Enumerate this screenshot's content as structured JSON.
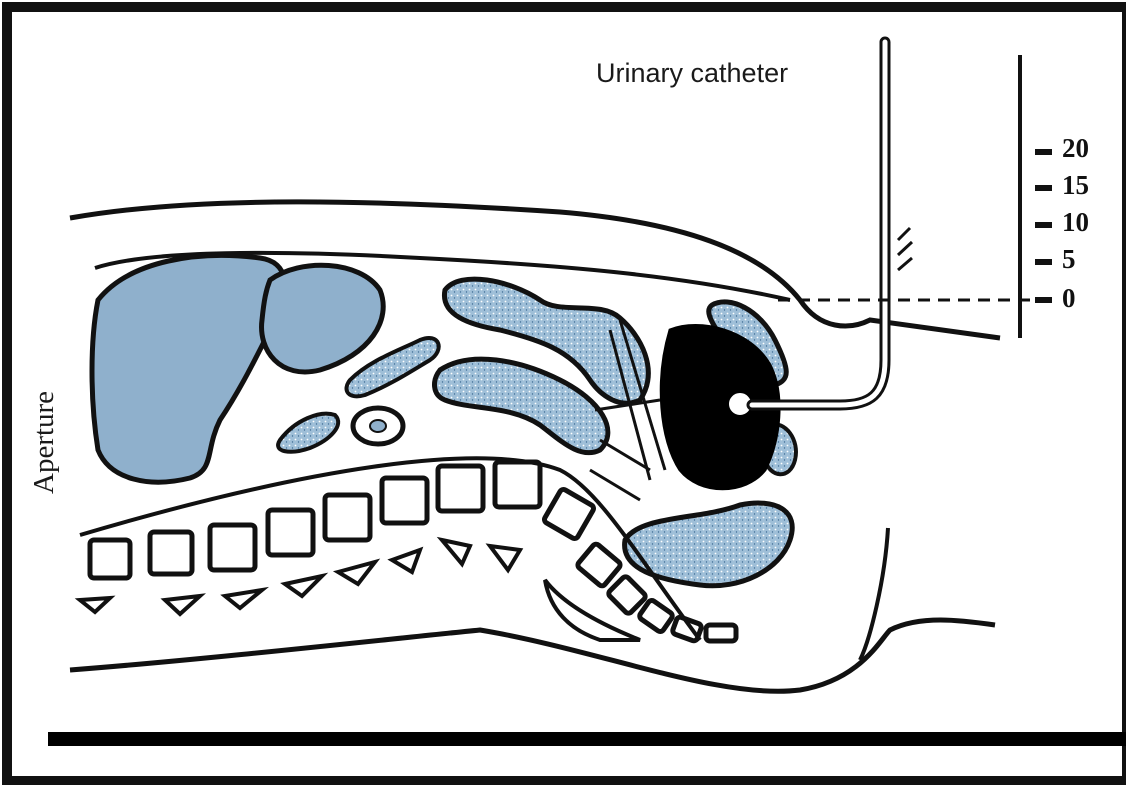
{
  "labels": {
    "catheter": "Urinary catheter",
    "aperture": "Aperture"
  },
  "scale": {
    "ticks": [
      "20",
      "15",
      "10",
      "5",
      "0"
    ]
  },
  "colors": {
    "organ_fill": "#8fb0cc",
    "outline": "#111111",
    "bladder": "#000000"
  }
}
